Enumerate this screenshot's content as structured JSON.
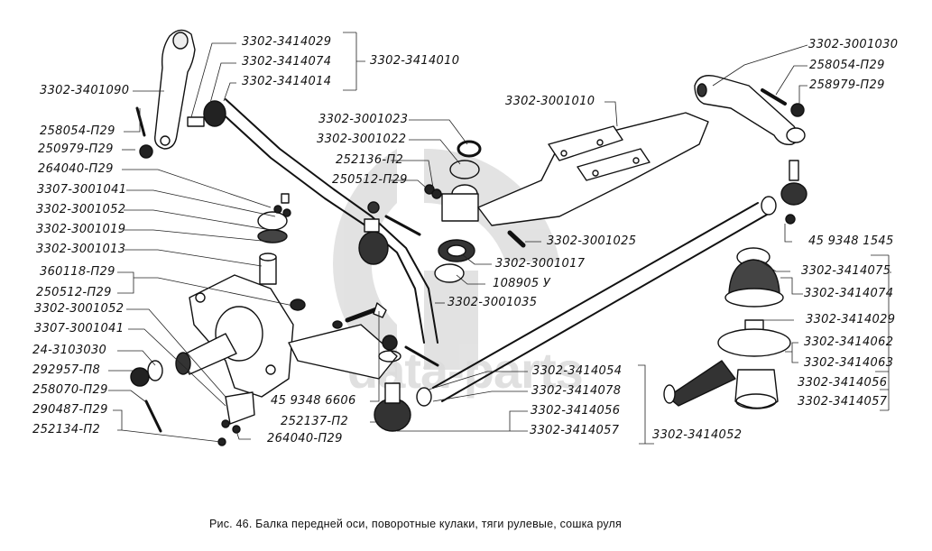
{
  "figure": {
    "caption": "Рис. 46. Балка передней оси, поворотные кулаки, тяги рулевые, сошка руля",
    "watermark": "data-parts"
  },
  "labels": {
    "tie_rod_top_group": [
      "3302-3414029",
      "3302-3414074",
      "3302-3414014"
    ],
    "tie_rod_top_assembly": "3302-3414010",
    "pitman_arm": "3302-3401090",
    "left_column": [
      "258054-П29",
      "250979-П29",
      "264040-П29",
      "3307-3001041",
      "3302-3001052",
      "3302-3001019",
      "3302-3001013",
      "360118-П29",
      "250512-П29",
      "3302-3001052",
      "3307-3001041",
      "24-3103030",
      "292957-П8",
      "258070-П29",
      "290487-П29",
      "252134-П2"
    ],
    "center_upper": [
      "3302-3001023",
      "3302-3001022",
      "252136-П2",
      "250512-П29"
    ],
    "beam": "3302-3001010",
    "center_mid": [
      "3302-3001025",
      "3302-3001017",
      "108905 У",
      "3302-3001035"
    ],
    "bolt_group": [
      "45 9348 6606",
      "252137-П2"
    ],
    "bottom_washer": "264040-П29",
    "tie_rod_bottom_group": [
      "3302-3414054",
      "3302-3414078",
      "3302-3414056",
      "3302-3414057"
    ],
    "tie_rod_bottom_assembly": "3302-3414052",
    "steering_arm_group": [
      "3302-3001030",
      "258054-П29",
      "258979-П29"
    ],
    "grease_fitting": "45 9348 1545",
    "ball_joint_group": [
      "3302-3414075",
      "3302-3414074",
      "3302-3414029",
      "3302-3414062",
      "3302-3414063",
      "3302-3414056",
      "3302-3414057"
    ]
  }
}
